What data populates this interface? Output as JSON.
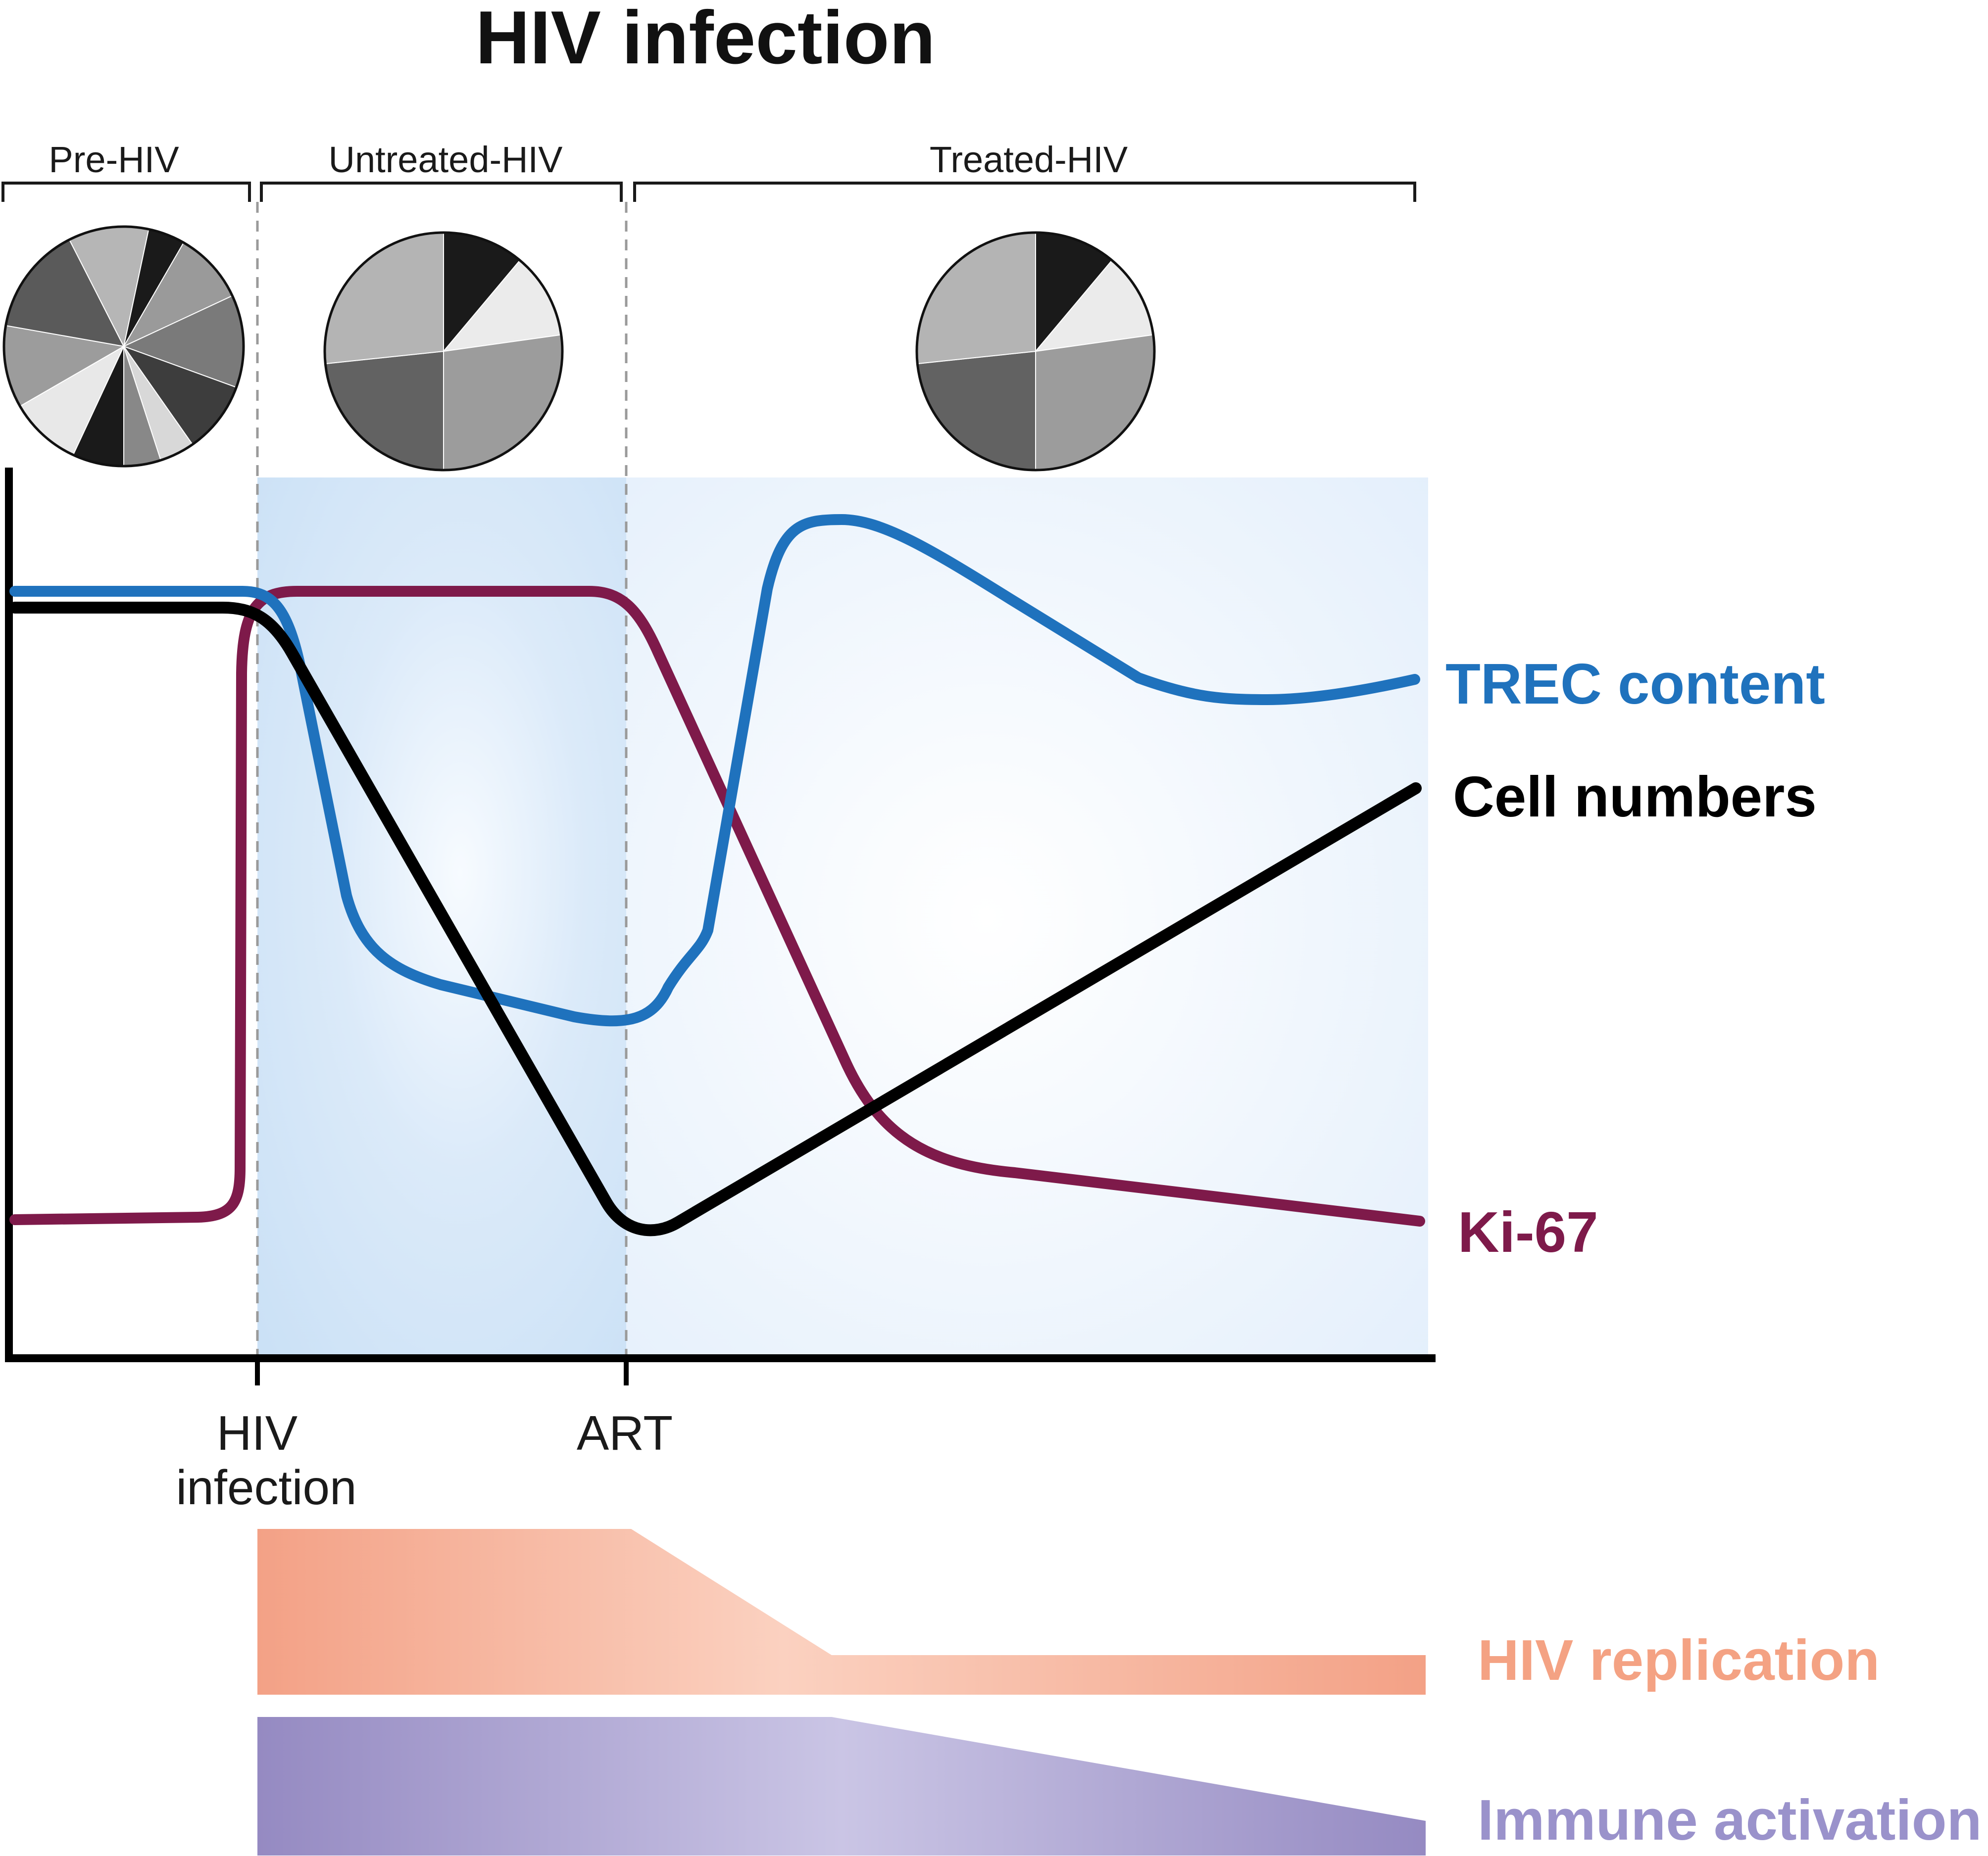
{
  "title": "HIV infection",
  "phases": [
    {
      "label": "Pre-HIV"
    },
    {
      "label": "Untreated-HIV"
    },
    {
      "label": "Treated-HIV"
    }
  ],
  "x_markers": [
    {
      "line1": "HIV",
      "line2": "infection"
    },
    {
      "line1": "ART",
      "line2": ""
    }
  ],
  "series_labels": {
    "trec": "TREC content",
    "cells": "Cell numbers",
    "ki67": "Ki-67"
  },
  "bands": {
    "replication": "HIV replication",
    "activation": "Immune activation"
  },
  "colors": {
    "trec": "#1f72bd",
    "cells": "#000000",
    "ki67": "#7e1a4a",
    "replication_text": "#f4a283",
    "activation_text": "#9a92cb",
    "untreated_bg": "#cfe3f7",
    "treated_bg": "#e8f1fc"
  },
  "pie_charts": [
    {
      "phase": "Pre-HIV",
      "shades": [
        "#1a1a1a",
        "#9a9a9a",
        "#7a7a7a",
        "#3d3d3d",
        "#d8d8d8",
        "#888888",
        "#1a1a1a",
        "#e8e8e8",
        "#9c9c9c",
        "#5a5a5a",
        "#b6b6b6"
      ]
    },
    {
      "phase": "Untreated-HIV",
      "shades": [
        "#1a1a1a",
        "#ebebeb",
        "#9c9c9c",
        "#626262",
        "#b4b4b4"
      ]
    },
    {
      "phase": "Treated-HIV",
      "shades": [
        "#1a1a1a",
        "#ebebeb",
        "#9c9c9c",
        "#626262",
        "#b4b4b4"
      ]
    }
  ]
}
